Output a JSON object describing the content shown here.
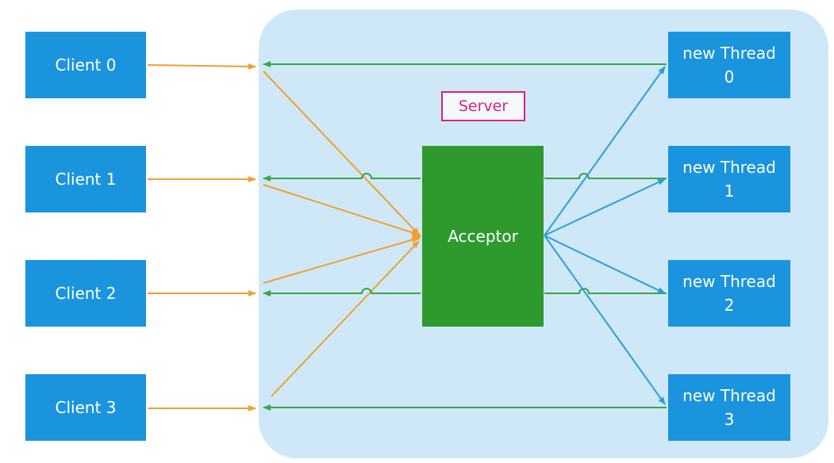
{
  "server": {
    "label": "Server"
  },
  "acceptor": {
    "label": "Acceptor"
  },
  "clients": [
    {
      "label": "Client 0"
    },
    {
      "label": "Client 1"
    },
    {
      "label": "Client 2"
    },
    {
      "label": "Client 3"
    }
  ],
  "threads": [
    {
      "line1": "new Thread",
      "line2": "0"
    },
    {
      "line1": "new Thread",
      "line2": "1"
    },
    {
      "line1": "new Thread",
      "line2": "2"
    },
    {
      "line1": "new Thread",
      "line2": "3"
    }
  ],
  "colors": {
    "box_blue": "#1a94dc",
    "acceptor_green": "#2e9a2e",
    "server_bg": "#cfe8f8",
    "server_label": "#d8247c",
    "client_arrow": "#f0a030",
    "response_arrow": "#3aa64a",
    "dispatch_arrow": "#2a9fd6"
  }
}
